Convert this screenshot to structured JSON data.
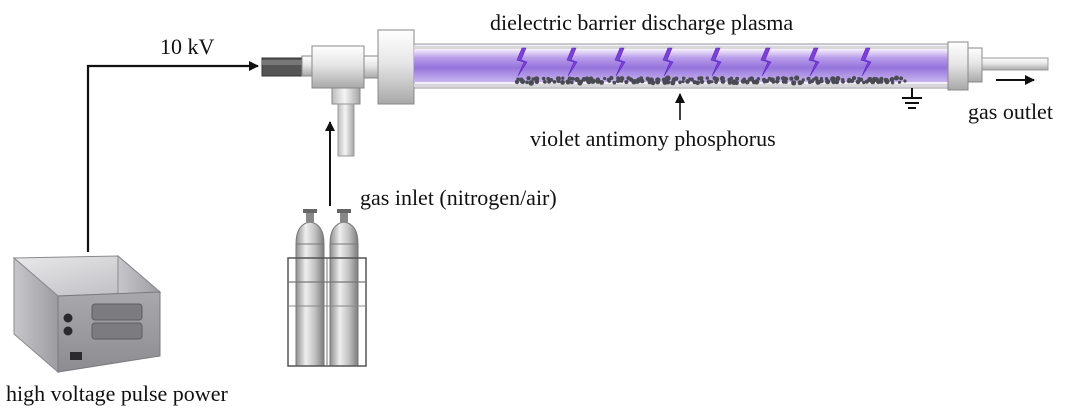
{
  "labels": {
    "voltage": "10 kV",
    "plasma": "dielectric barrier discharge plasma",
    "sample": "violet antimony phosphorus",
    "gas_inlet": "gas inlet (nitrogen/air)",
    "gas_outlet": "gas outlet",
    "power_supply": "high voltage pulse power"
  },
  "colors": {
    "plasma_glow": "#a98be6",
    "plasma_core": "#8f6ad8",
    "lightning": "#7d3fe0",
    "particles": "#4a4a52",
    "metal_light": "#eeeeee",
    "metal_dark": "#9a9a9a"
  },
  "icons": [
    "power-supply-icon",
    "gas-cylinder-icon",
    "ground-icon",
    "lightning-icon"
  ]
}
